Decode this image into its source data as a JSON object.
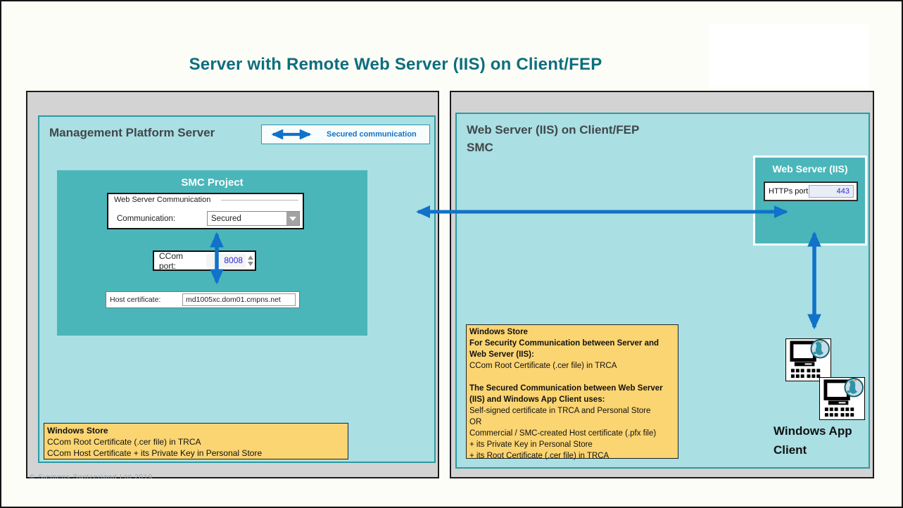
{
  "page": {
    "title": "Server with Remote Web Server (IIS) on Client/FEP",
    "copyright": "© Siemens Switzerland Ltd 2019"
  },
  "legend": {
    "label": "Secured communication"
  },
  "left_panel": {
    "title": "Management Platform Server",
    "smc_project": {
      "title": "SMC Project",
      "dialog": {
        "group_label": "Web Server Communication",
        "communication_label": "Communication:",
        "communication_value": "Secured"
      },
      "ccom": {
        "label": "CCom port:",
        "value": "8008"
      },
      "host_cert": {
        "label": "Host certificate:",
        "value": "md1005xc.dom01.cmpns.net"
      }
    },
    "note": {
      "lines": [
        "Windows Store",
        "CCom Root Certificate (.cer file) in TRCA",
        "CCom Host Certificate + its Private Key in Personal Store"
      ]
    }
  },
  "right_panel": {
    "title_line1": "Web Server (IIS) on Client/FEP",
    "title_line2": "SMC",
    "web_server_box": {
      "title": "Web Server (IIS)",
      "https_label": "HTTPs port:",
      "https_value": "443"
    },
    "note": {
      "lines": [
        "Windows Store",
        "For Security Communication between Server and Web Server (IIS):",
        "CCom Root Certificate (.cer file) in TRCA",
        "",
        "The Secured Communication between Web Server (IIS) and Windows App Client uses:",
        "Self-signed certificate in TRCA and Personal Store",
        "OR",
        "Commercial / SMC-created Host certificate (.pfx file)",
        "+  its Private Key in Personal Store",
        "+  its Root Certificate (.cer file) in TRCA"
      ]
    },
    "client_label_line1": "Windows App",
    "client_label_line2": "Client"
  },
  "colors": {
    "accent_blue": "#1072C8",
    "teal_dark": "#4AB6BA",
    "teal_light": "#AADFE3",
    "panel_gray": "#D3D3D3",
    "note_yellow": "#FBD572",
    "title_teal": "#0D6E7D",
    "value_blue": "#2A2AD4"
  }
}
